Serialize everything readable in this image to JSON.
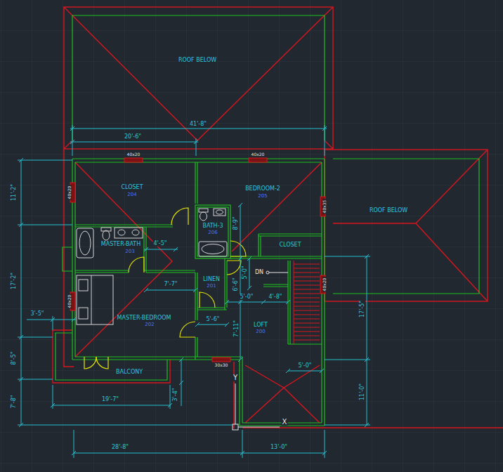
{
  "diagram": {
    "labels": [
      "ROOF BELOW",
      "41'-8\"",
      "20'-6\"",
      "40x20",
      "40x20",
      "11'-2\"",
      "40x20",
      "CLOSET",
      "204",
      "BEDROOM-2",
      "205",
      "40x35",
      "ROOF BELOW",
      "17'-2\"",
      "4'-5\"",
      "BATH-3",
      "206",
      "8'-9\"",
      "CLOSET",
      "MASTER-BATH",
      "203",
      "5'-0\"",
      "DN",
      "7'-7\"",
      "LINEN",
      "201",
      "6'-6\"",
      "40x20",
      "5'-0\"",
      "4'-8\"",
      "17'-5\"",
      "40x20",
      "3'-5\"",
      "MASTER-BEDROOM",
      "202",
      "5'-6\"",
      "LOFT",
      "200",
      "7'-11\"",
      "8'-5\"",
      "30x30",
      "5'-0\"",
      "BALCONY",
      "Y",
      "3'-4\"",
      "11'-0\"",
      "19'-7\"",
      "7'-8\"",
      "X",
      "28'-8\"",
      "13'-0\""
    ]
  }
}
